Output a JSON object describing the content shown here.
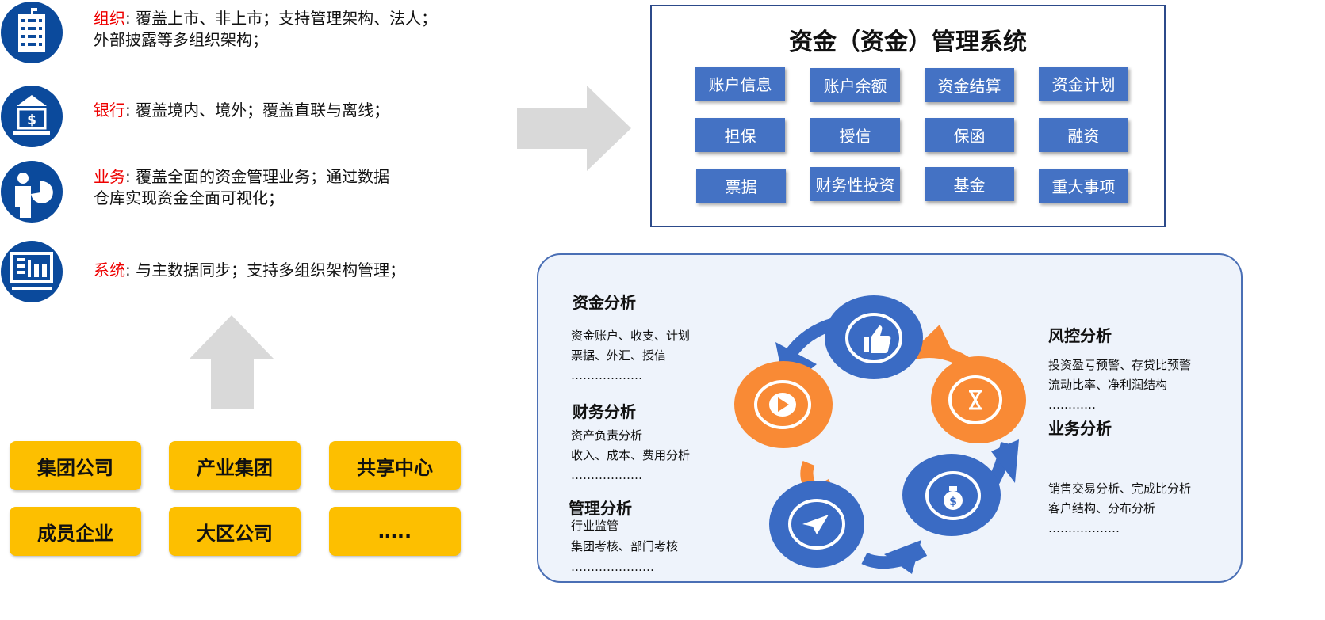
{
  "features": [
    {
      "label": "组织",
      "text": ": 覆盖上市、非上市；支持管理架构、法人；",
      "text2": "外部披露等多组织架构；",
      "icon": "building-icon"
    },
    {
      "label": "银行",
      "text": ": 覆盖境内、境外；覆盖直联与离线；",
      "icon": "bank-icon"
    },
    {
      "label": "业务",
      "text": ": 覆盖全面的资金管理业务；通过数据",
      "text2": "仓库实现资金全面可视化；",
      "icon": "business-person-chart-icon"
    },
    {
      "label": "系统",
      "text": ": 与主数据同步；支持多组织架构管理；",
      "icon": "monitor-dashboard-icon"
    }
  ],
  "entities": [
    "集团公司",
    "产业集团",
    "共享中心",
    "成员企业",
    "大区公司",
    "….."
  ],
  "system": {
    "title": "资金（资金）管理系统",
    "modules": [
      "账户信息",
      "账户余额",
      "资金结算",
      "资金计划",
      "担保",
      "授信",
      "保函",
      "融资",
      "票据",
      "财务性投资",
      "基金",
      "重大事项"
    ]
  },
  "analysis": {
    "fund": {
      "title": "资金分析",
      "lines": [
        "资金账户、收支、计划",
        "票据、外汇、授信",
        "………………"
      ]
    },
    "finance": {
      "title": "财务分析",
      "lines": [
        "资产负责分析",
        "收入、成本、费用分析",
        "………………"
      ]
    },
    "management": {
      "title": "管理分析",
      "lines": [
        "行业监管",
        "集团考核、部门考核",
        "…………………"
      ]
    },
    "risk": {
      "title": "风控分析",
      "lines": [
        "投资盈亏预警、存贷比预警",
        "流动比率、净利润结构",
        "…………"
      ]
    },
    "business": {
      "title": "业务分析",
      "lines": [
        "销售交易分析、完成比分析",
        "客户结构、分布分析",
        "………………"
      ]
    }
  },
  "colors": {
    "blue": "#3a6bc4",
    "orange": "#f98a35",
    "yellow": "#fdbf00",
    "navy": "#0b4a9c"
  }
}
